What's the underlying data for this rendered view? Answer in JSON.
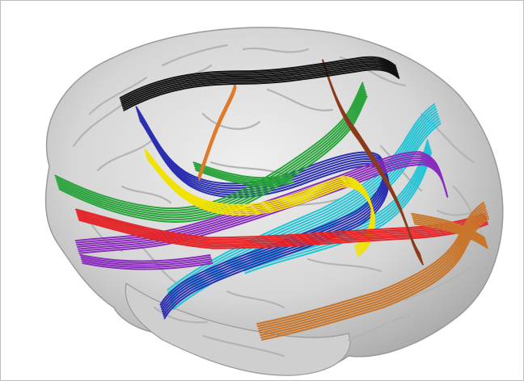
{
  "figure": {
    "background": "#ffffff",
    "brain_color": "#d9d9d9",
    "tracts": [
      {
        "id": "black",
        "color": "#111111"
      },
      {
        "id": "red",
        "color": "#e3262a"
      },
      {
        "id": "green",
        "color": "#27a33a"
      },
      {
        "id": "yellow",
        "color": "#f2e200"
      },
      {
        "id": "blue",
        "color": "#2b2fb0"
      },
      {
        "id": "purple",
        "color": "#8a2bbd"
      },
      {
        "id": "cyan",
        "color": "#22c4d6"
      },
      {
        "id": "brown",
        "color": "#8b3a1c"
      },
      {
        "id": "orange",
        "color": "#e07a28"
      },
      {
        "id": "tan",
        "color": "#c8762c"
      }
    ]
  }
}
